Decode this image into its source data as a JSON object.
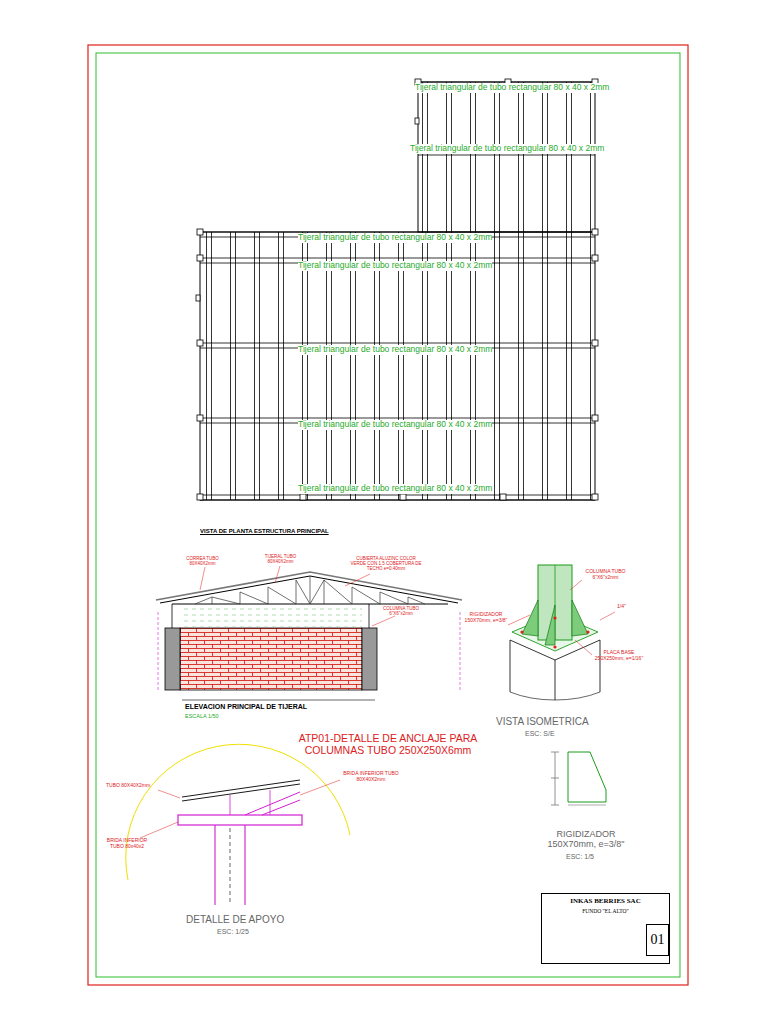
{
  "diagram": {
    "nodes": [
      {
        "text": [
          "INKAS BERRIES SAC",
          "FUNDO \"EL ALTO\""
        ]
      },
      {
        "text": [
          "01"
        ],
        "in": 0
      }
    ],
    "labels": [
      "Tijeral triangular de tubo rectangular 80 x 40 x 2mm",
      "Tijeral triangular de tubo rectangular 80 x 40 x 2mm",
      "Tijeral triangular de tubo rectangular 80 x 40 x 2mm",
      "Tijeral triangular de tubo rectangular 80 x 40 x 2mm",
      "Tijeral triangular de tubo rectangular 80 x 40 x 2mm",
      "Tijeral triangular de tubo rectangular 80 x 40 x 2mm",
      "Tijeral triangular de tubo rectangular 80 x 40 x 2mm",
      "VISTA DE PLANTA ESTRUCTURA PRINCIPAL",
      "CORREA TUBO 80X40X2mm",
      "TIJERAL TUBO 80X40X2mm",
      "CUBIERTA ALUZINC COLOR VERDE CON 1.5 COBERTURA DE TECHO e=0.40mm",
      "COLUMNA TUBO 6\"X6\"x2mm",
      "ELEVACION PRINCIPAL DE TIJERAL",
      "ESCALA 1/50",
      "ATP01-DETALLE DE ANCLAJE PARA COLUMNAS TUBO 250X250X6mm",
      "COLUMNA TUBO 6\"X6\"x2mm",
      "RIGIDIZADOR 150X70mm, e=3/8\"",
      "1/4\"",
      "PLACA BASE 250X250mm, e=1/16\"",
      "VISTA ISOMETRICA",
      "ESC: S/E",
      "RIGIDIZADOR 150X70mm, e=3/8\"",
      "ESC: 1/5",
      "TUBO 80X40X2mm",
      "BRIDA INFERIOR TUBO 80X40X2mm",
      "BRIDA INFERIOR TUBO 80x40x2",
      "DETALLE DE APOYO",
      "ESC: 1/25"
    ]
  }
}
